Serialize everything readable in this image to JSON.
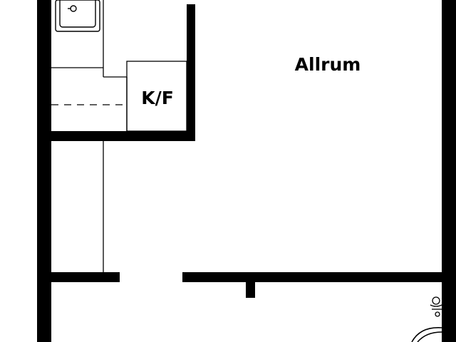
{
  "floorplan": {
    "rooms": [
      {
        "id": "allrum",
        "label": "Allrum"
      },
      {
        "id": "kf",
        "label": "K/F"
      }
    ],
    "colors": {
      "wall": "#000000",
      "line": "#000000",
      "background": "#ffffff"
    }
  }
}
